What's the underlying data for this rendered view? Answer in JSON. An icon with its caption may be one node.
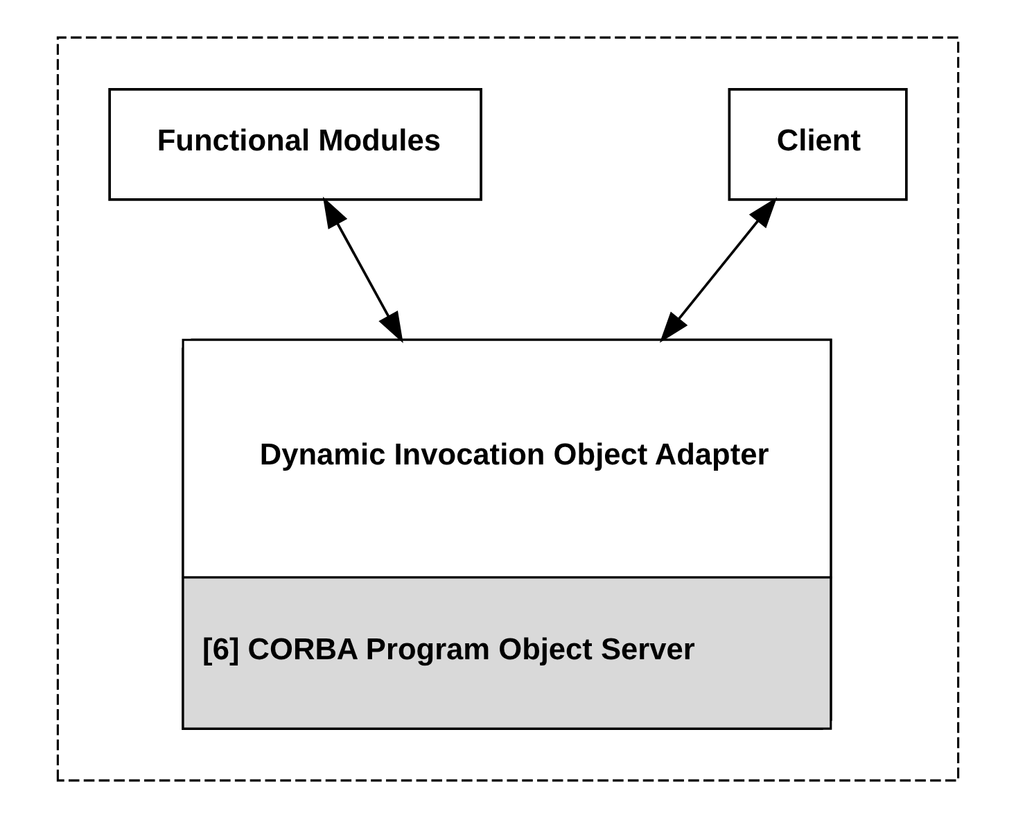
{
  "diagram": {
    "nodes": [
      {
        "text": [],
        "shape": "box"
      },
      {
        "text": [
          "Client"
        ],
        "in": 0
      },
      {
        "text": [
          "Functional Modules"
        ],
        "in": 0
      },
      {
        "text": [
          "Dynamic Invocation Object Adapter",
          "[6] CORBA Program Object Server"
        ],
        "in": 0
      }
    ],
    "edges": [
      {
        "from": 1,
        "to": 3,
        "arrow": "both"
      },
      {
        "from": 2,
        "to": 3,
        "arrow": "both"
      }
    ]
  }
}
